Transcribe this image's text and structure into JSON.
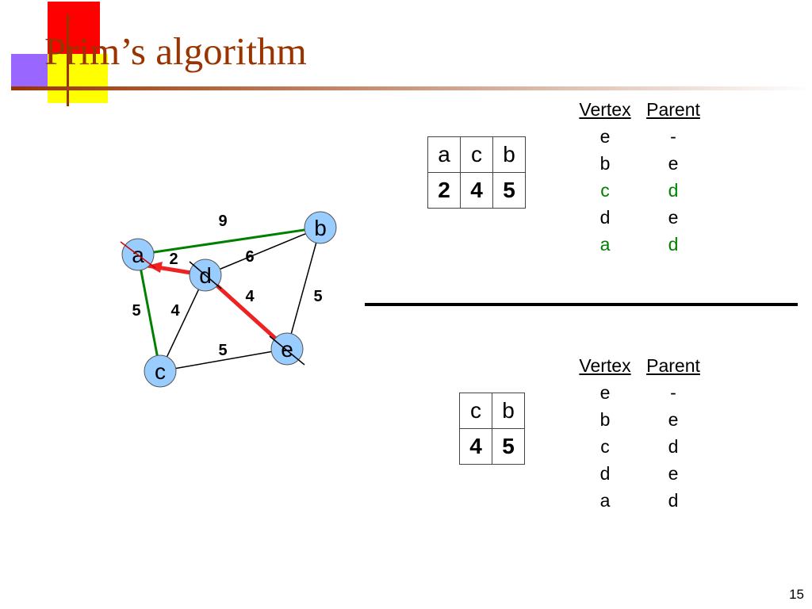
{
  "slide": {
    "title": "Prim’s algorithm",
    "page_number": "15"
  },
  "graph": {
    "colors": {
      "node_fill": "#99ccff",
      "tree_edge": "#008000",
      "new_edge": "#ee2222",
      "normal_edge": "#000000",
      "cross_mark": "#cc0000"
    },
    "nodes": {
      "a": "a",
      "b": "b",
      "c": "c",
      "d": "d",
      "e": "e"
    },
    "edges": {
      "ab": {
        "weight": "9",
        "state": "tree"
      },
      "ac": {
        "weight": "5",
        "state": "tree"
      },
      "ad": {
        "weight": "2",
        "state": "new"
      },
      "de": {
        "weight": "4",
        "state": "new"
      },
      "db": {
        "weight": "6",
        "state": "normal"
      },
      "dc": {
        "weight": "4",
        "state": "normal"
      },
      "be": {
        "weight": "5",
        "state": "normal"
      },
      "ce": {
        "weight": "5",
        "state": "normal"
      }
    }
  },
  "heap_top": {
    "keys": [
      "a",
      "c",
      "b"
    ],
    "values": [
      "2",
      "4",
      "5"
    ]
  },
  "heap_bottom": {
    "keys": [
      "c",
      "b"
    ],
    "values": [
      "4",
      "5"
    ]
  },
  "table_top": {
    "headers": [
      "Vertex",
      "Parent"
    ],
    "rows": [
      {
        "vertex": "e",
        "parent": "-",
        "highlight": false
      },
      {
        "vertex": "b",
        "parent": "e",
        "highlight": false
      },
      {
        "vertex": "c",
        "parent": "d",
        "highlight": true
      },
      {
        "vertex": "d",
        "parent": "e",
        "highlight": false
      },
      {
        "vertex": "a",
        "parent": "d",
        "highlight": true
      }
    ]
  },
  "table_bottom": {
    "headers": [
      "Vertex",
      "Parent"
    ],
    "rows": [
      {
        "vertex": "e",
        "parent": "-"
      },
      {
        "vertex": "b",
        "parent": "e"
      },
      {
        "vertex": "c",
        "parent": "d"
      },
      {
        "vertex": "d",
        "parent": "e"
      },
      {
        "vertex": "a",
        "parent": "d"
      }
    ]
  },
  "highlight_color": "#008000"
}
